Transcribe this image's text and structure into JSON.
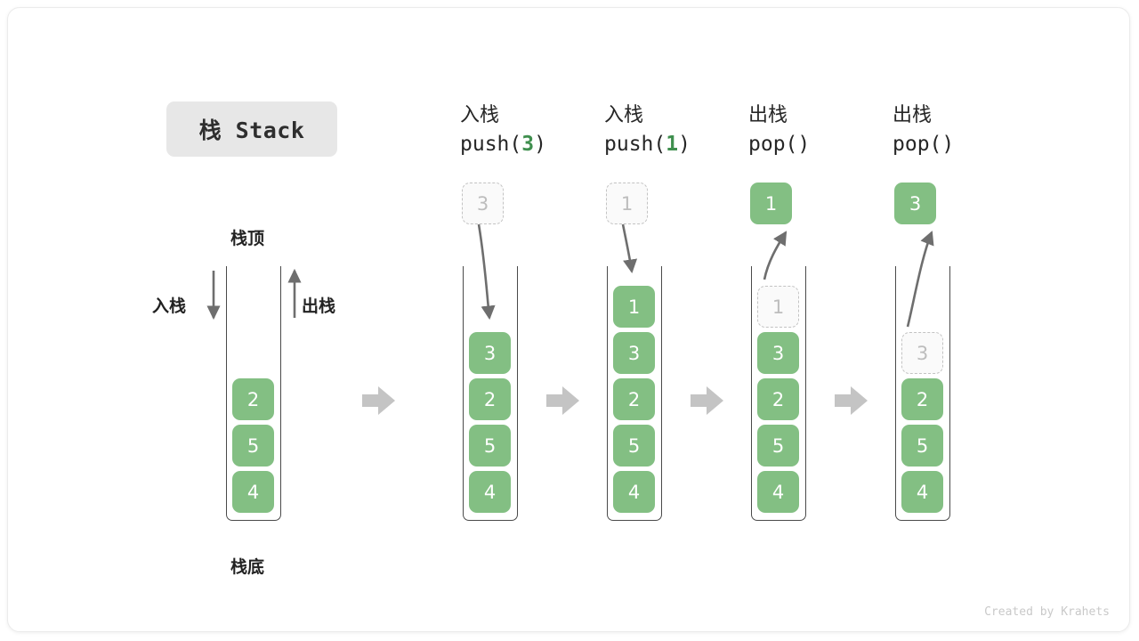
{
  "diagram": {
    "title_badge": "栈 Stack",
    "credit": "Created by Krahets",
    "labels": {
      "top": "栈顶",
      "bottom": "栈底",
      "push_side": "入栈",
      "pop_side": "出栈"
    },
    "colors": {
      "cell_green": "#83bf83",
      "ghost_fill": "#fafafa",
      "ghost_border": "#c3c3c3",
      "ghost_text": "#bdbdbd",
      "arrow_gray": "#6e6e6e",
      "sep_gray": "#c4c4c4",
      "badge_bg": "#e7e7e7",
      "accent_green": "#3f8f4e",
      "wall": "#4a4a4a"
    },
    "columns": [
      {
        "id": "initial",
        "head_cn": "",
        "head_code": "",
        "code_prefix": "",
        "code_arg": "",
        "code_suffix": "",
        "stack": [
          "2",
          "5",
          "4"
        ],
        "ghost": null,
        "floating": null,
        "op": "initial"
      },
      {
        "id": "push-3",
        "head_cn": "入栈",
        "code_prefix": "push(",
        "code_arg": "3",
        "code_suffix": ")",
        "stack": [
          "3",
          "2",
          "5",
          "4"
        ],
        "ghost": null,
        "floating": {
          "value": "3",
          "style": "ghost"
        },
        "op": "push"
      },
      {
        "id": "push-1",
        "head_cn": "入栈",
        "code_prefix": "push(",
        "code_arg": "1",
        "code_suffix": ")",
        "stack": [
          "1",
          "3",
          "2",
          "5",
          "4"
        ],
        "ghost": null,
        "floating": {
          "value": "1",
          "style": "ghost"
        },
        "op": "push"
      },
      {
        "id": "pop-1",
        "head_cn": "出栈",
        "code_prefix": "pop(",
        "code_arg": "",
        "code_suffix": ")",
        "stack": [
          "3",
          "2",
          "5",
          "4"
        ],
        "ghost": {
          "value": "1"
        },
        "floating": {
          "value": "1",
          "style": "solid"
        },
        "op": "pop"
      },
      {
        "id": "pop-3",
        "head_cn": "出栈",
        "code_prefix": "pop(",
        "code_arg": "",
        "code_suffix": ")",
        "stack": [
          "2",
          "5",
          "4"
        ],
        "ghost": {
          "value": "3"
        },
        "floating": {
          "value": "3",
          "style": "solid"
        },
        "op": "pop"
      }
    ]
  }
}
